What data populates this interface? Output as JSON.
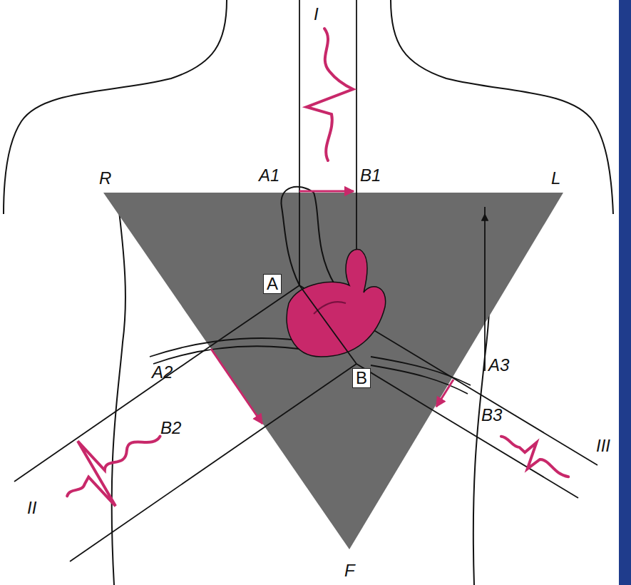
{
  "diagram": {
    "labels": [
      "I",
      "R",
      "A1",
      "B1",
      "L",
      "A",
      "B",
      "A2",
      "B2",
      "II",
      "A3",
      "B3",
      "III",
      "F"
    ]
  }
}
